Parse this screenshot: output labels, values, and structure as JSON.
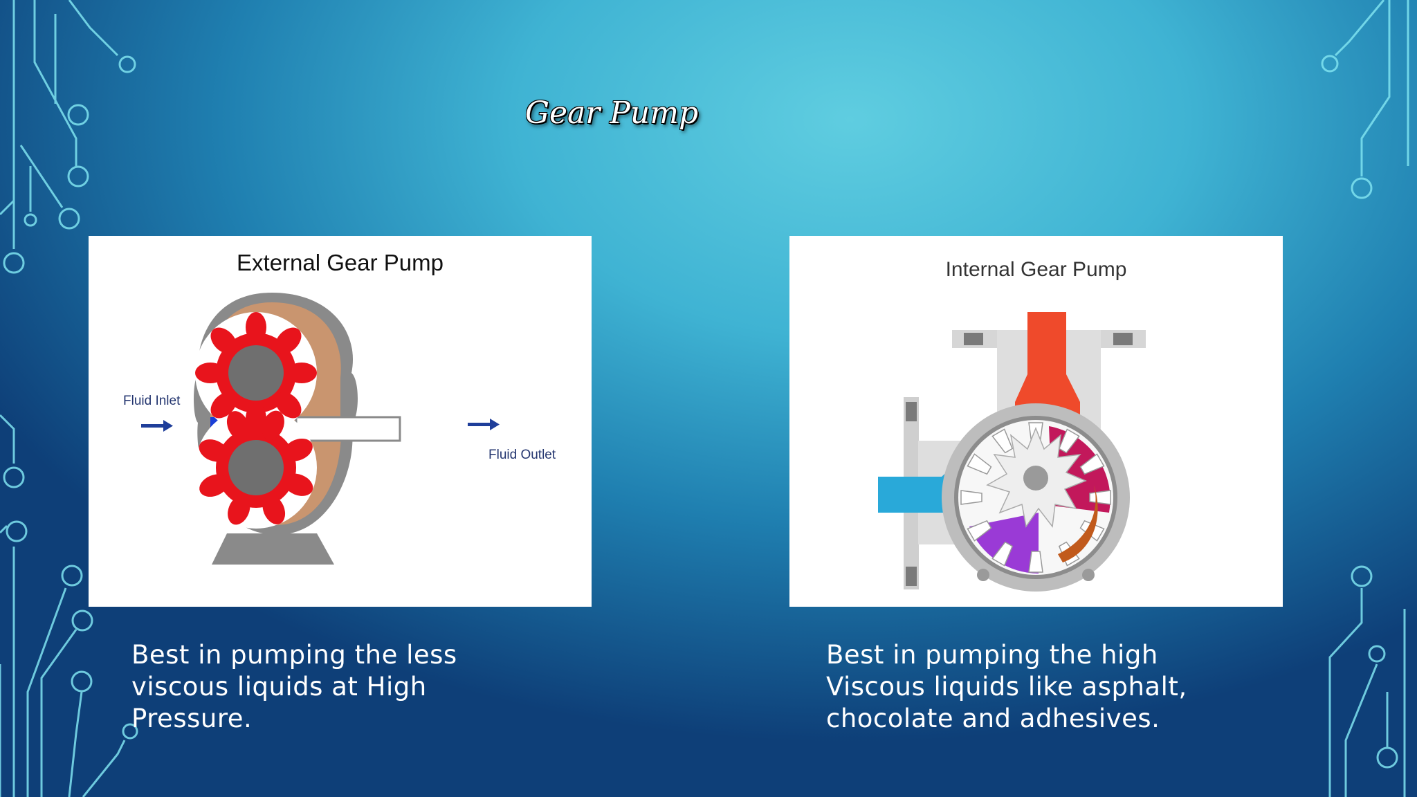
{
  "slide": {
    "title": "Gear Pump"
  },
  "external": {
    "title": "External Gear Pump",
    "inlet_label": "Fluid Inlet",
    "outlet_label": "Fluid Outlet",
    "caption_lines": [
      "Best in pumping the less",
      "viscous liquids at High",
      "Pressure."
    ]
  },
  "internal": {
    "title": "Internal Gear Pump",
    "caption_lines": [
      "Best in pumping the high",
      "Viscous liquids like asphalt,",
      "chocolate and adhesives."
    ]
  },
  "colors": {
    "circuit": "#7fe3f0",
    "gear_red": "#e8141c",
    "fluid_blue": "#1a3fd8",
    "casing_tan": "#c9956f",
    "casing_gray": "#8a8a8a"
  }
}
